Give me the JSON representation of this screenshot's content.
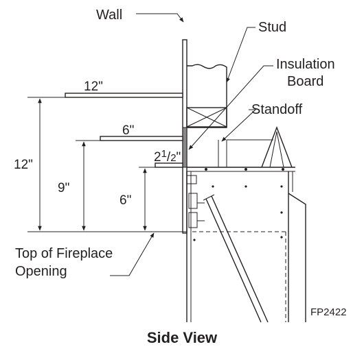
{
  "labels": {
    "wall": "Wall",
    "stud": "Stud",
    "insulation_line1": "Insulation",
    "insulation_line2": "Board",
    "standoff": "Standoff",
    "top_line1": "Top of Fireplace",
    "top_line2": "Opening",
    "figure_code": "FP2422",
    "caption": "Side View"
  },
  "mantels": [
    {
      "depth_label": "12\"",
      "height_label": "12\""
    },
    {
      "depth_label": "6\"",
      "height_label": "9\""
    },
    {
      "depth_label": "2",
      "depth_sup": "1",
      "depth_mid": "/",
      "depth_sub": "2",
      "depth_unit": "\"",
      "height_label": "6\""
    }
  ],
  "colors": {
    "line": "#231f20",
    "insulation": "#8a8a8a"
  }
}
